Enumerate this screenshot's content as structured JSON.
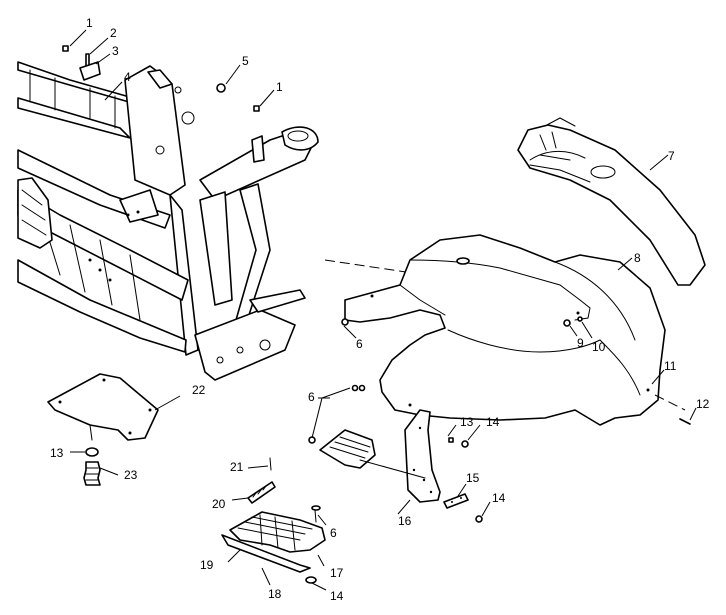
{
  "diagram": {
    "callouts": [
      "1",
      "2",
      "3",
      "4",
      "5",
      "1",
      "7",
      "8",
      "6",
      "9",
      "10",
      "11",
      "12",
      "22",
      "6",
      "13",
      "14",
      "13",
      "23",
      "21",
      "15",
      "20",
      "14",
      "16",
      "6",
      "19",
      "17",
      "18",
      "14"
    ]
  }
}
